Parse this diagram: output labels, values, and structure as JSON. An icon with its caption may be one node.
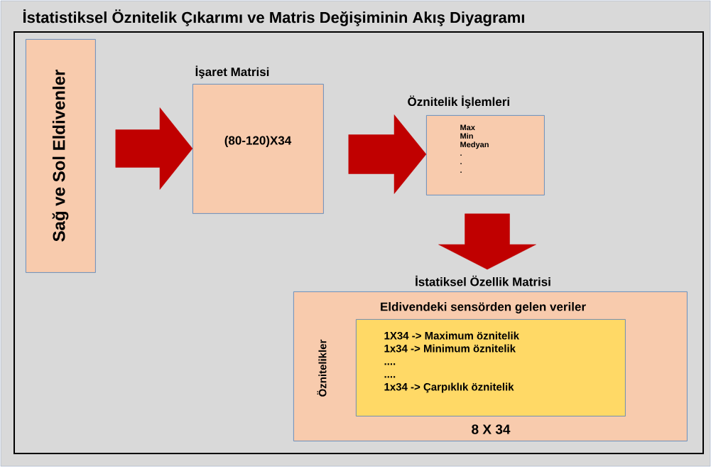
{
  "diagram": {
    "title": "İstatistiksel Öznitelik Çıkarımı ve Matris Değişiminin Akış Diyagramı",
    "nodes": [
      {
        "text": [
          "Sağ ve Sol Eldivenler"
        ]
      },
      {
        "text": [
          "İşaret Matrisi",
          "(80-120)X34"
        ]
      },
      {
        "text": [
          "Öznitelik İşlemleri",
          "Max",
          "Min",
          "Medyan",
          ".",
          ".",
          "."
        ]
      },
      {
        "text": [
          "İstatiksel Özellik Matrisi",
          "Eldivendeki sensörden gelen veriler",
          "Öznitelikler",
          "8 X 34"
        ]
      },
      {
        "text": [
          "1X34 -> Maximum öznitelik",
          "1x34 -> Minimum öznitelik",
          "....",
          "....",
          "1x34 -> Çarpıklık öznitelik"
        ],
        "in": 3
      }
    ],
    "edges": [
      {
        "from": 0,
        "to": 1,
        "arrow": "to"
      },
      {
        "from": 1,
        "to": 2,
        "arrow": "to"
      },
      {
        "from": 2,
        "to": 3,
        "arrow": "to"
      }
    ]
  }
}
